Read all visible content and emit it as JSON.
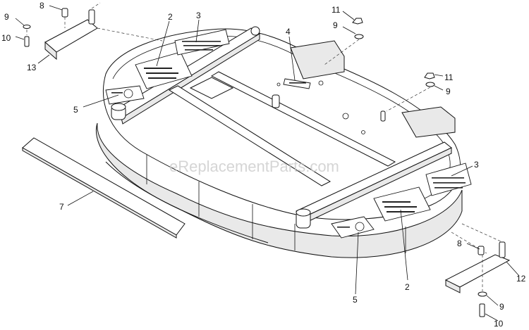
{
  "watermark": "eReplacementParts.com",
  "callouts": [
    {
      "id": "c8a",
      "label": "8"
    },
    {
      "id": "c9a",
      "label": "9"
    },
    {
      "id": "c10a",
      "label": "10"
    },
    {
      "id": "c13",
      "label": "13"
    },
    {
      "id": "c2a",
      "label": "2"
    },
    {
      "id": "c3a",
      "label": "3"
    },
    {
      "id": "c4",
      "label": "4"
    },
    {
      "id": "c11a",
      "label": "11"
    },
    {
      "id": "c9b",
      "label": "9"
    },
    {
      "id": "c11b",
      "label": "11"
    },
    {
      "id": "c9c",
      "label": "9"
    },
    {
      "id": "c5a",
      "label": "5"
    },
    {
      "id": "c7",
      "label": "7"
    },
    {
      "id": "c3b",
      "label": "3"
    },
    {
      "id": "c8b",
      "label": "8"
    },
    {
      "id": "c12",
      "label": "12"
    },
    {
      "id": "c5b",
      "label": "5"
    },
    {
      "id": "c2b",
      "label": "2"
    },
    {
      "id": "c9d",
      "label": "9"
    },
    {
      "id": "c10b",
      "label": "10"
    }
  ]
}
